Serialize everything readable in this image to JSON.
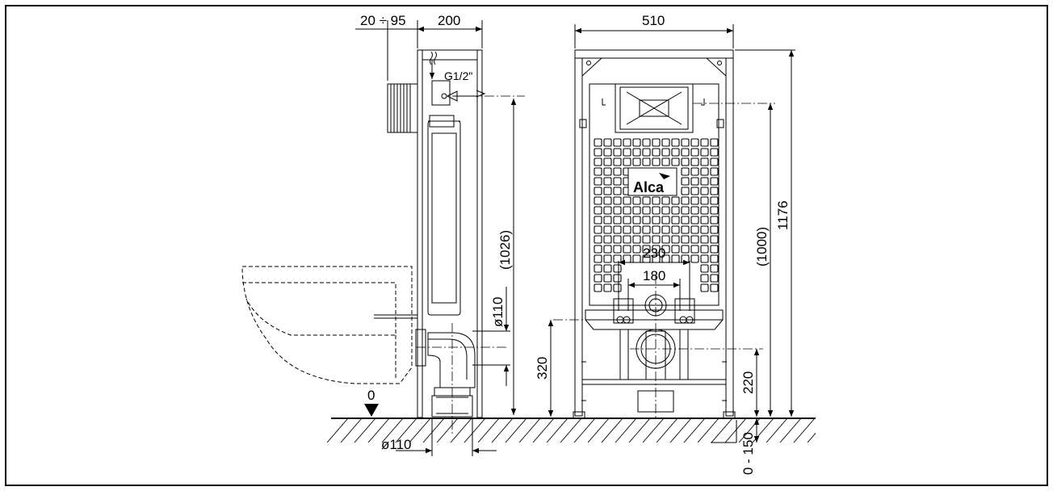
{
  "side_view": {
    "dim_wall_gap": "20 ÷ 95",
    "dim_depth": "200",
    "dim_inlet_thread": "G1/2\"",
    "dim_inlet_height": "(1026)",
    "dim_pipe_diameter_upper": "ø110",
    "dim_pipe_diameter_lower": "ø110",
    "floor_level": "0"
  },
  "front_view": {
    "dim_width": "510",
    "dim_total_height": "1176",
    "dim_button_height": "(1000)",
    "dim_bolt_spacing_outer": "230",
    "dim_bolt_spacing_inner": "180",
    "dim_bolt_height": "320",
    "dim_drain_height": "220",
    "dim_leg_adjust": "0 - 150",
    "logo_text": "Alca"
  },
  "colors": {
    "line": "#000000",
    "background": "#ffffff",
    "frame_border": "#000000"
  }
}
